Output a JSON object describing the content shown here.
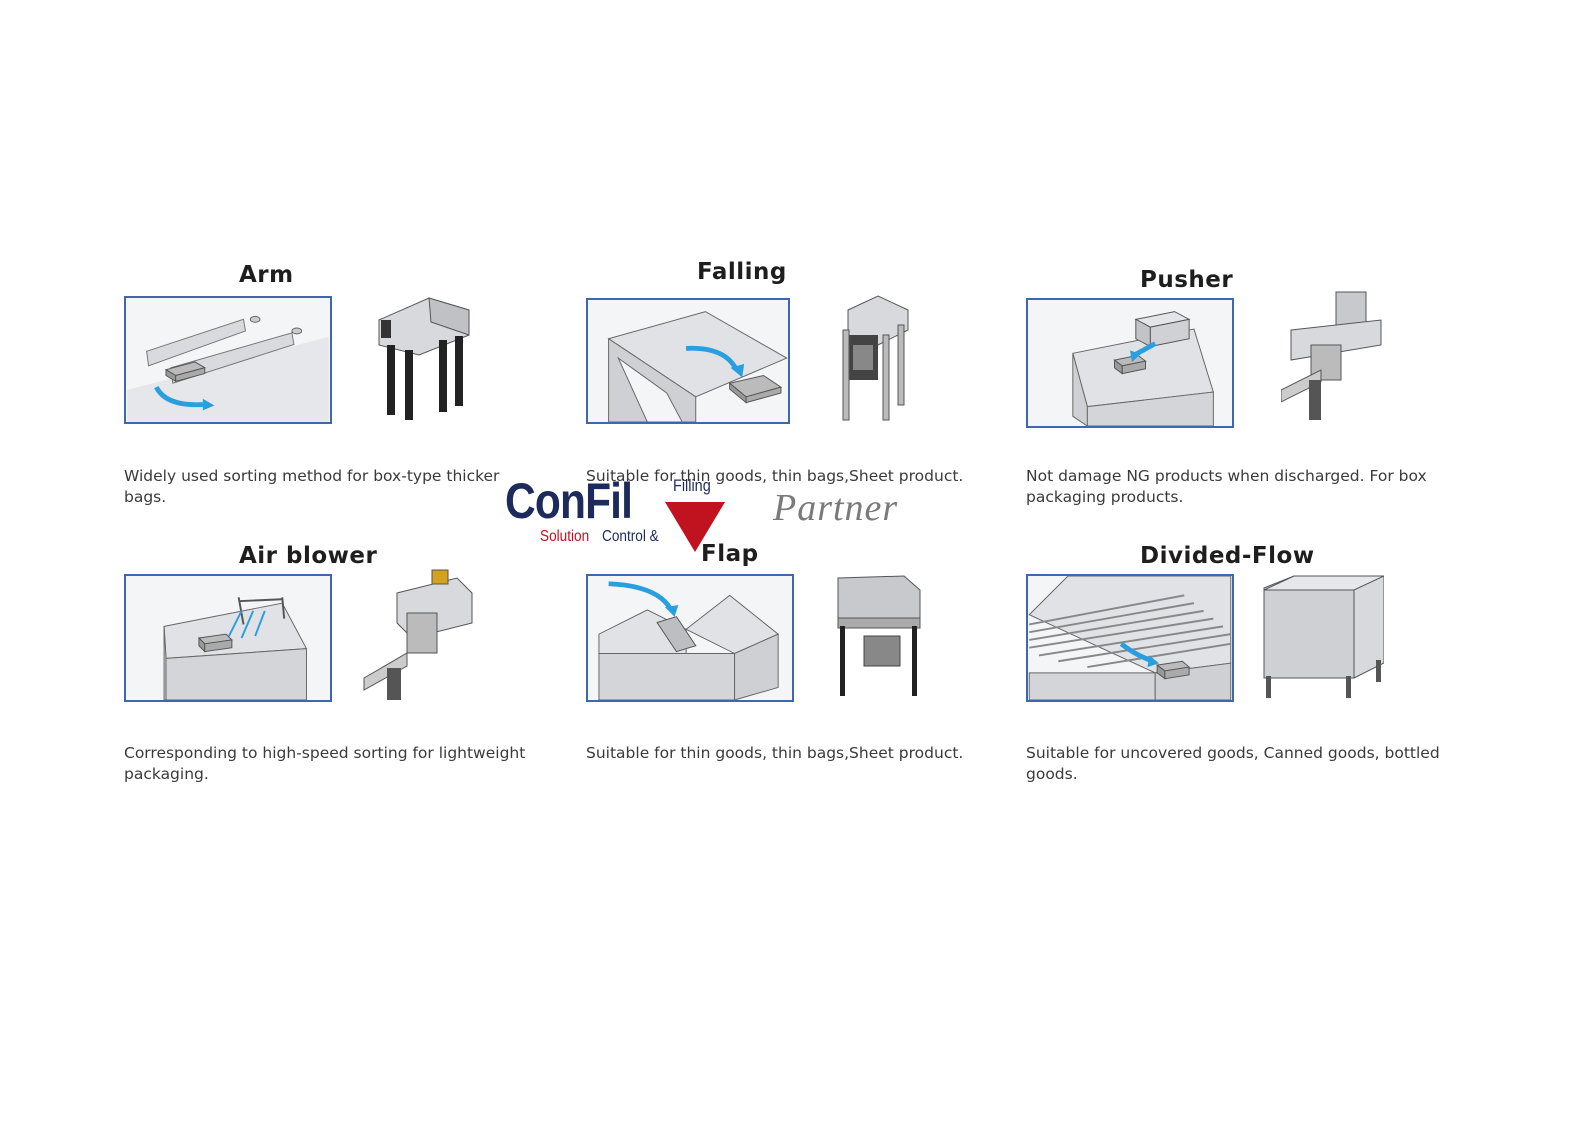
{
  "cells": [
    {
      "title": "Arm",
      "description": "Widely used sorting method for box-type thicker bags."
    },
    {
      "title": "Falling",
      "description": "Suitable for thin goods, thin bags,Sheet product."
    },
    {
      "title": "Pusher",
      "description": "Not damage NG products when discharged. For box packaging products."
    },
    {
      "title": "Air blower",
      "description": "Corresponding to high-speed sorting for lightweight packaging."
    },
    {
      "title": "Flap",
      "description": "Suitable for thin goods, thin bags,Sheet product."
    },
    {
      "title": "Divided-Flow",
      "description": "Suitable for uncovered goods, Canned goods, bottled goods."
    }
  ],
  "watermark": {
    "brand": "ConFil",
    "filling": "Filling",
    "solution": "Solution",
    "control": "Control &",
    "partner": "Partner"
  },
  "colors": {
    "diagram_border": "#3f67b0",
    "arrow": "#2a9fdf",
    "brand_navy": "#1d2b5c",
    "brand_red": "#c0121f"
  }
}
